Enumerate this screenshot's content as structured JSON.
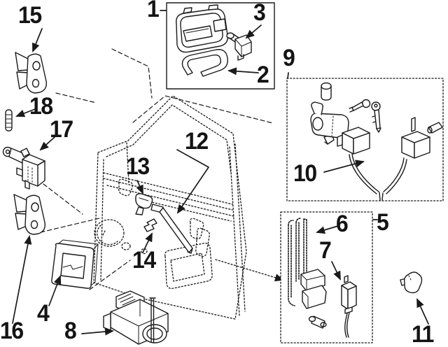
{
  "canvas": {
    "background": "#ffffff",
    "ink": "#1a1a1a"
  },
  "callouts": [
    {
      "label": "1",
      "icon": "outside-handle-kit-box"
    },
    {
      "label": "2",
      "icon": "handle-gasket-clip"
    },
    {
      "label": "3",
      "icon": "small-lock-cylinder"
    },
    {
      "label": "4",
      "icon": "inside-handle-bezel"
    },
    {
      "label": "5",
      "icon": "lock-rod-kit-box"
    },
    {
      "label": "6",
      "icon": "lock-rods"
    },
    {
      "label": "7",
      "icon": "switch-with-wire"
    },
    {
      "label": "8",
      "icon": "door-latch-assembly"
    },
    {
      "label": "9",
      "icon": "lock-cylinder-kit-box"
    },
    {
      "label": "10",
      "icon": "cylinders-with-wires"
    },
    {
      "label": "11",
      "icon": "knob-clip"
    },
    {
      "label": "12",
      "icon": "lock-rod"
    },
    {
      "label": "13",
      "icon": "inside-handle-lever"
    },
    {
      "label": "14",
      "icon": "rod-clip"
    },
    {
      "label": "15",
      "icon": "upper-door-hinge"
    },
    {
      "label": "16",
      "icon": "lower-door-hinge"
    },
    {
      "label": "17",
      "icon": "door-check-strap"
    },
    {
      "label": "18",
      "icon": "hinge-pin"
    }
  ]
}
